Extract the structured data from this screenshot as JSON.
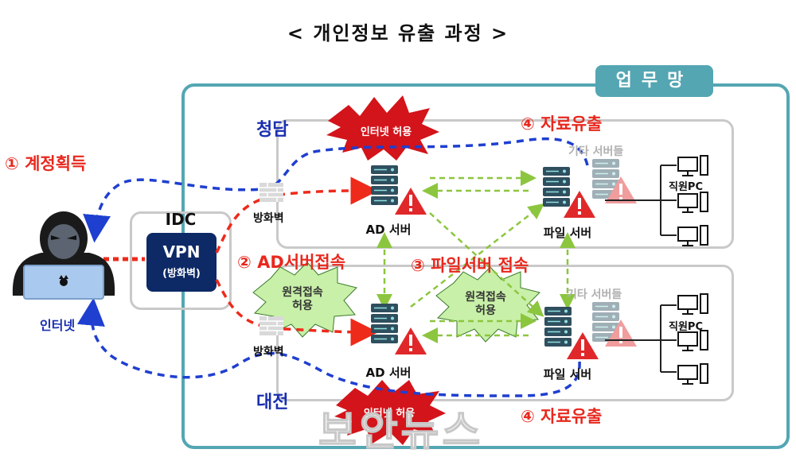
{
  "title": "< 개인정보 유출 과정 >",
  "business_network": {
    "label": "업무망"
  },
  "idc": {
    "label": "IDC",
    "vpn_title": "VPN",
    "vpn_sub": "(방화벽)"
  },
  "hacker": {
    "label": "인터넷"
  },
  "sites": {
    "top": "청담",
    "bottom": "대전"
  },
  "steps": {
    "account": "① 계정획득",
    "ad_access": "② AD서버접속",
    "file_access": "③ 파일서버 접속",
    "leak_top": "④ 자료유출",
    "leak_bottom": "④ 자료유출"
  },
  "firewall": {
    "label": "방화벽"
  },
  "servers": {
    "ad": "AD 서버",
    "file": "파일 서버",
    "other": "기타 서버들"
  },
  "pc": {
    "label": "직원PC"
  },
  "bursts": {
    "internet_allowed": "인터넷 허용",
    "remote_allowed": "원격접속\n허용"
  },
  "watermark": "보안뉴스",
  "colors": {
    "teal": "#54a6b3",
    "navy": "#0d2a66",
    "red_step": "#e8281e",
    "site_blue": "#1a2fb0",
    "burst_red": "#d3141a",
    "remote_green": "#c8f0a8",
    "arrow_green": "#8cc63f"
  }
}
